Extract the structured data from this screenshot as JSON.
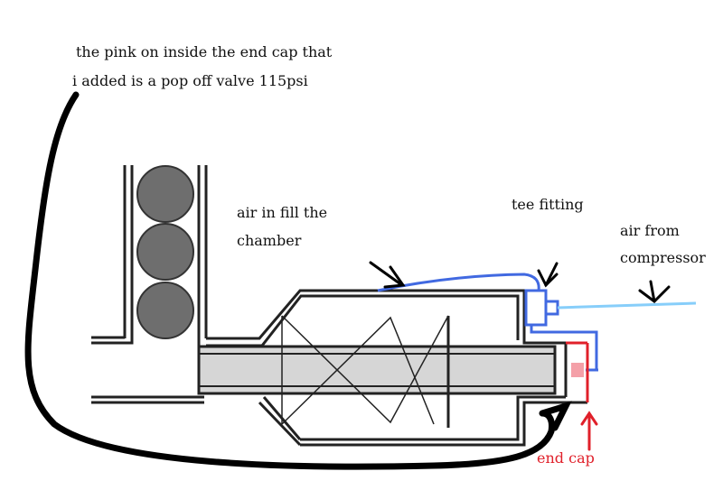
{
  "labels": {
    "note_line1": "the pink on inside the end cap that",
    "note_line2": "i added is a pop off valve 115psi",
    "air_in_line1": "air in fill the",
    "air_in_line2": "chamber",
    "tee_fitting": "tee fitting",
    "air_from_line1": "air from",
    "air_from_line2": "compressor",
    "end_cap": "end cap"
  },
  "colors": {
    "outline": "#222222",
    "barrel_fill": "#d6d6d6",
    "ball_fill": "#6e6e6e",
    "hose_blue": "#4169e1",
    "hose_lightblue": "#87cefa",
    "endcap_red": "#e0202a",
    "valve_pink": "#f4a0a8",
    "marker_black": "#000000"
  }
}
